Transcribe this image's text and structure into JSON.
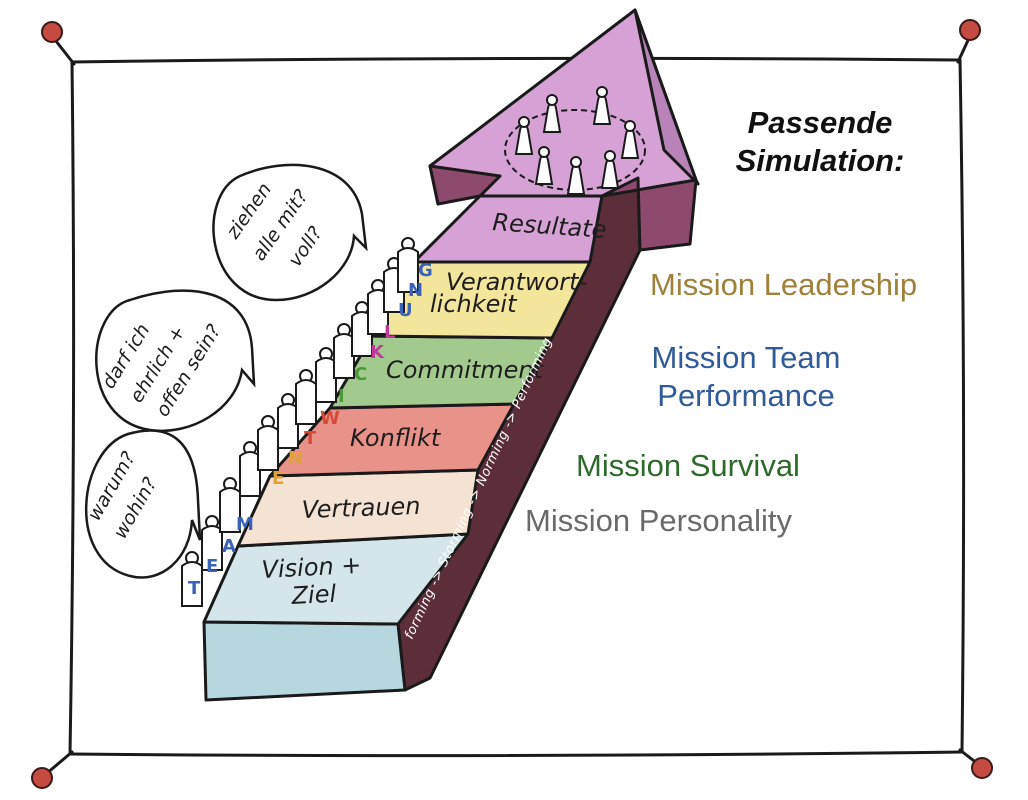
{
  "simulation": {
    "title_line1": "Passende",
    "title_line2": "Simulation:"
  },
  "missions": [
    {
      "label": "Mission Leadership",
      "color": "#a0803a"
    },
    {
      "label_line1": "Mission Team",
      "label_line2": "Performance",
      "color": "#2f5b98"
    },
    {
      "label": "Mission Survival",
      "color": "#2e6a2c"
    },
    {
      "label": "Mission Personality",
      "color": "#6a6a6a"
    }
  ],
  "steps": [
    {
      "label_line1": "Vision +",
      "label_line2": "Ziel",
      "color": "#d4e6ea"
    },
    {
      "label": "Vertrauen",
      "color": "#f4e2d2"
    },
    {
      "label": "Konflikt",
      "color": "#e8928a"
    },
    {
      "label": "Commitment",
      "color": "#a2c98e"
    },
    {
      "label_line1": "Verantwort-",
      "label_line2": "lichkeit",
      "color": "#f4e59c"
    },
    {
      "label": "Resultate",
      "color": "#d6a2d6"
    }
  ],
  "side_label": "forming -> Storming -> Norming -> Performing",
  "team_word": [
    "T",
    "E",
    "A",
    "M",
    "E",
    "N",
    "T",
    "W",
    "I",
    "C",
    "K",
    "L",
    "U",
    "N",
    "G"
  ],
  "bubbles": {
    "b1_line1": "warum?",
    "b1_line2": "wohin?",
    "b2_line1": "darf ich",
    "b2_line2": "ehrlich +",
    "b2_line3": "offen sein?",
    "b3_line1": "ziehen",
    "b3_line2": "alle mit?",
    "b3_line3": "voll?"
  }
}
